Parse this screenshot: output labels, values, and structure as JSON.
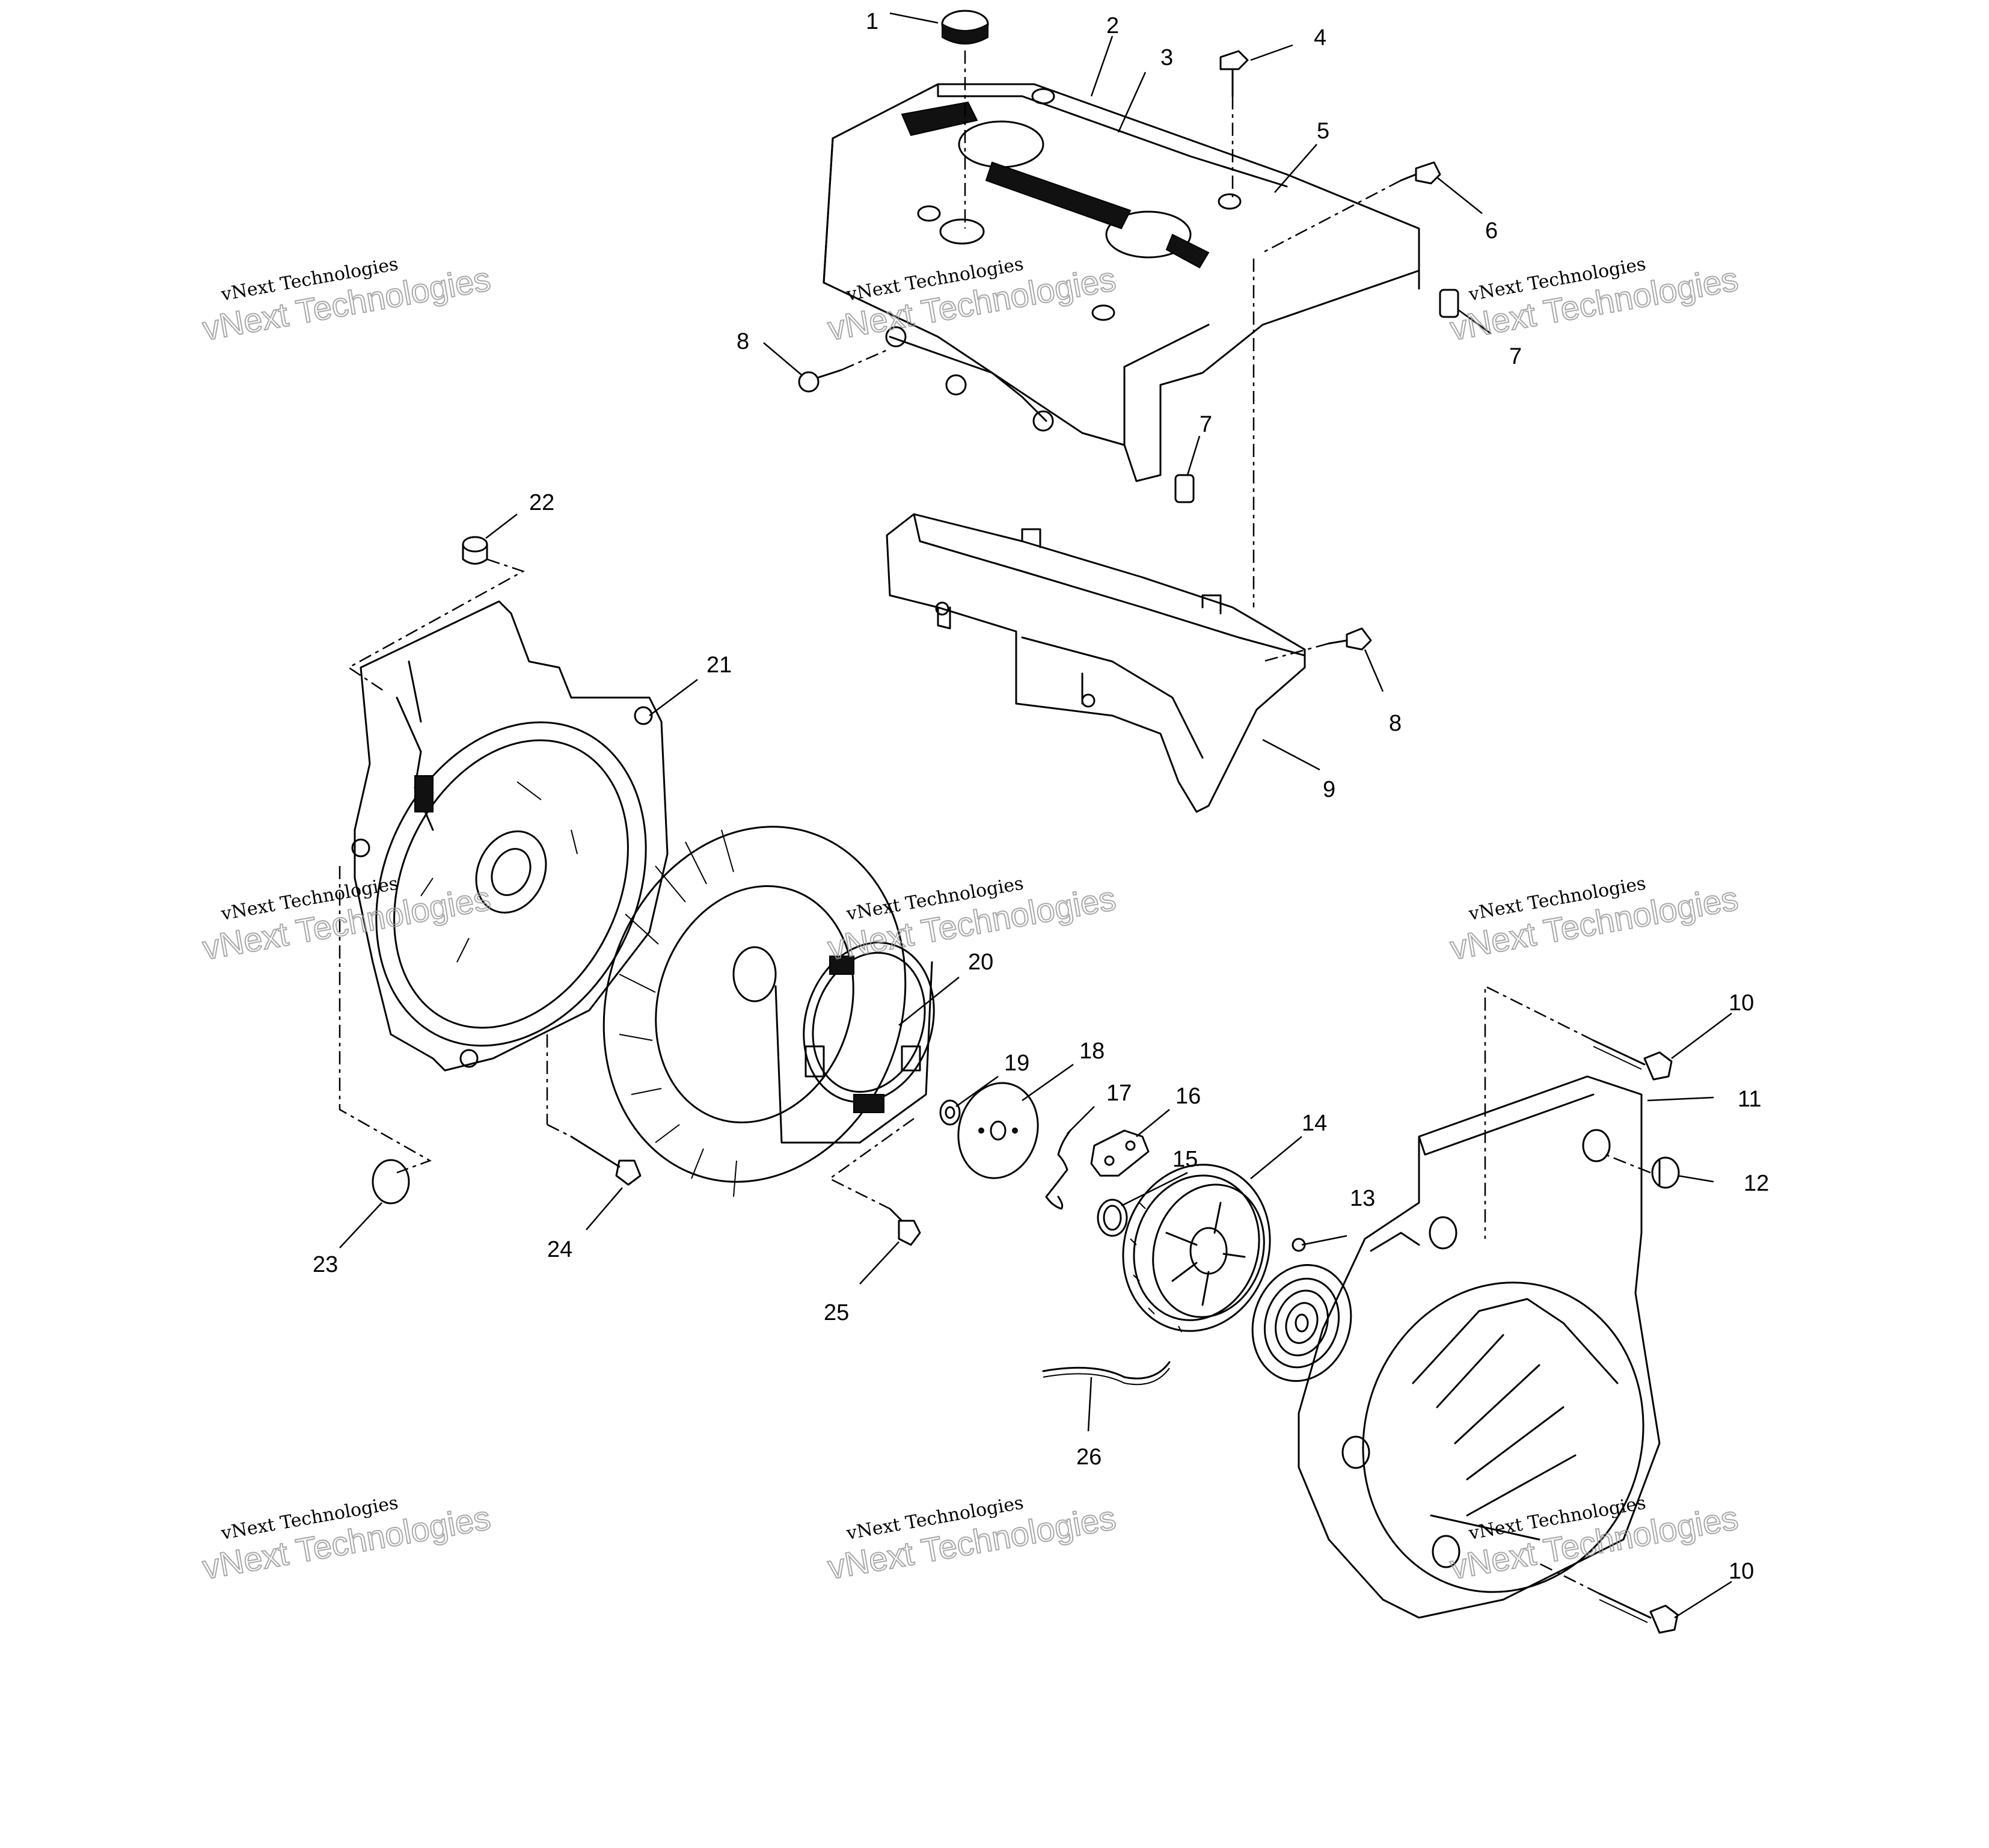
{
  "callouts": [
    {
      "label": "1"
    },
    {
      "label": "2"
    },
    {
      "label": "3"
    },
    {
      "label": "4"
    },
    {
      "label": "5"
    },
    {
      "label": "6"
    },
    {
      "label": "7"
    },
    {
      "label": "7"
    },
    {
      "label": "8"
    },
    {
      "label": "8"
    },
    {
      "label": "9"
    },
    {
      "label": "10"
    },
    {
      "label": "10"
    },
    {
      "label": "11"
    },
    {
      "label": "12"
    },
    {
      "label": "13"
    },
    {
      "label": "14"
    },
    {
      "label": "15"
    },
    {
      "label": "16"
    },
    {
      "label": "17"
    },
    {
      "label": "18"
    },
    {
      "label": "19"
    },
    {
      "label": "20"
    },
    {
      "label": "21"
    },
    {
      "label": "22"
    },
    {
      "label": "23"
    },
    {
      "label": "24"
    },
    {
      "label": "25"
    },
    {
      "label": "26"
    }
  ],
  "watermark": {
    "line1": "vNext Technologies",
    "line2": "vNext Technologies"
  }
}
